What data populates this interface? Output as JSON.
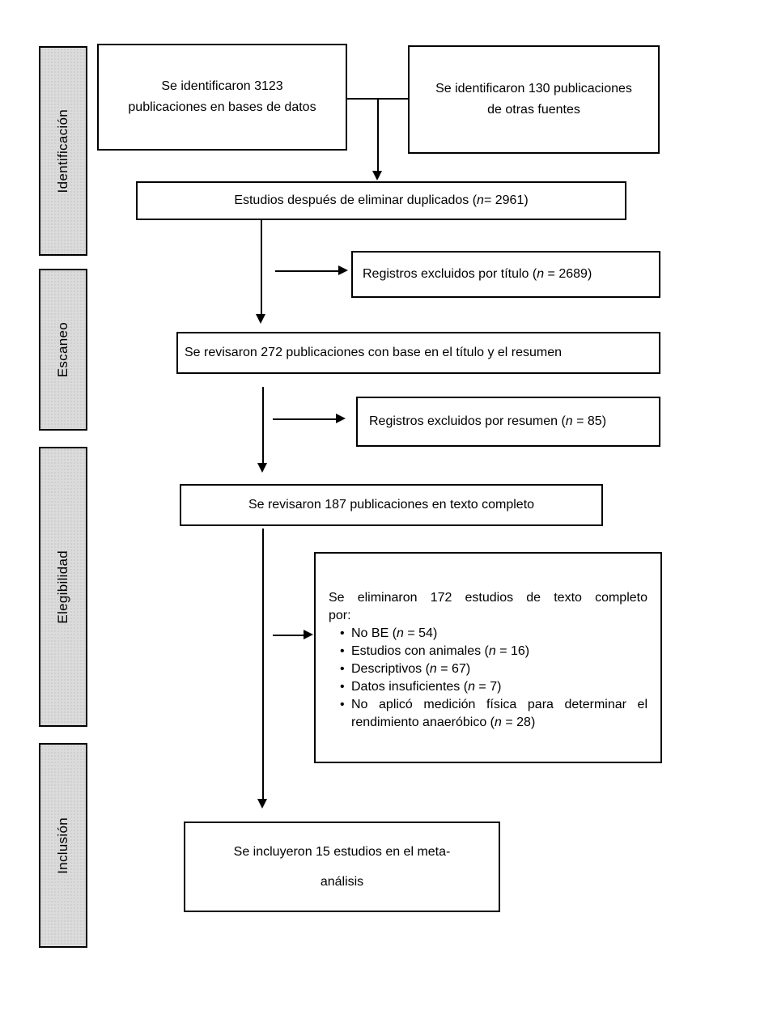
{
  "diagram": {
    "stages": [
      {
        "label": "Identificación"
      },
      {
        "label": "Escaneo"
      },
      {
        "label": "Elegibilidad"
      },
      {
        "label": "Inclusión"
      }
    ],
    "boxes": {
      "db_search": {
        "line1": "Se identificaron 3123",
        "line2": "publicaciones en bases de datos"
      },
      "other_sources": {
        "line1": "Se identificaron 130 publicaciones",
        "line2": "de otras fuentes"
      },
      "after_duplicates": {
        "before": "Estudios después de eliminar duplicados (",
        "n": "n",
        "after": "= 2961)"
      },
      "excluded_title": {
        "before": "Registros excluidos por título (",
        "n": "n",
        "after": " = 2689)"
      },
      "title_abstract_review": {
        "text": "Se revisaron 272 publicaciones con base en el título y el resumen"
      },
      "excluded_abstract": {
        "before": "Registros excluidos por resumen (",
        "n": "n",
        "after": " = 85)"
      },
      "fulltext_review": {
        "text": "Se revisaron 187 publicaciones en texto completo"
      },
      "fulltext_excluded": {
        "heading_line1": "Se eliminaron 172 estudios de texto completo",
        "heading_line2": "por:",
        "bullet_glyph": "•",
        "bullets": [
          {
            "before": "No BE (",
            "n": "n",
            "after": " = 54)"
          },
          {
            "before": "Estudios con animales (",
            "n": "n",
            "after": " = 16)"
          },
          {
            "before": "Descriptivos (",
            "n": "n",
            "after": " = 67)"
          },
          {
            "before": "Datos insuficientes (",
            "n": "n",
            "after": " = 7)"
          }
        ],
        "last_bullet": {
          "line1": "No aplicó medición física para determinar el",
          "line2_before": "rendimiento anaeróbico (",
          "n": "n",
          "line2_after": " = 28)"
        }
      },
      "included": {
        "line1": "Se incluyeron 15 estudios en el meta-",
        "line2": "análisis"
      }
    },
    "colors": {
      "stage_fill": "#dbdbdb",
      "box_border": "#000000",
      "text": "#000000",
      "background": "#ffffff"
    }
  }
}
